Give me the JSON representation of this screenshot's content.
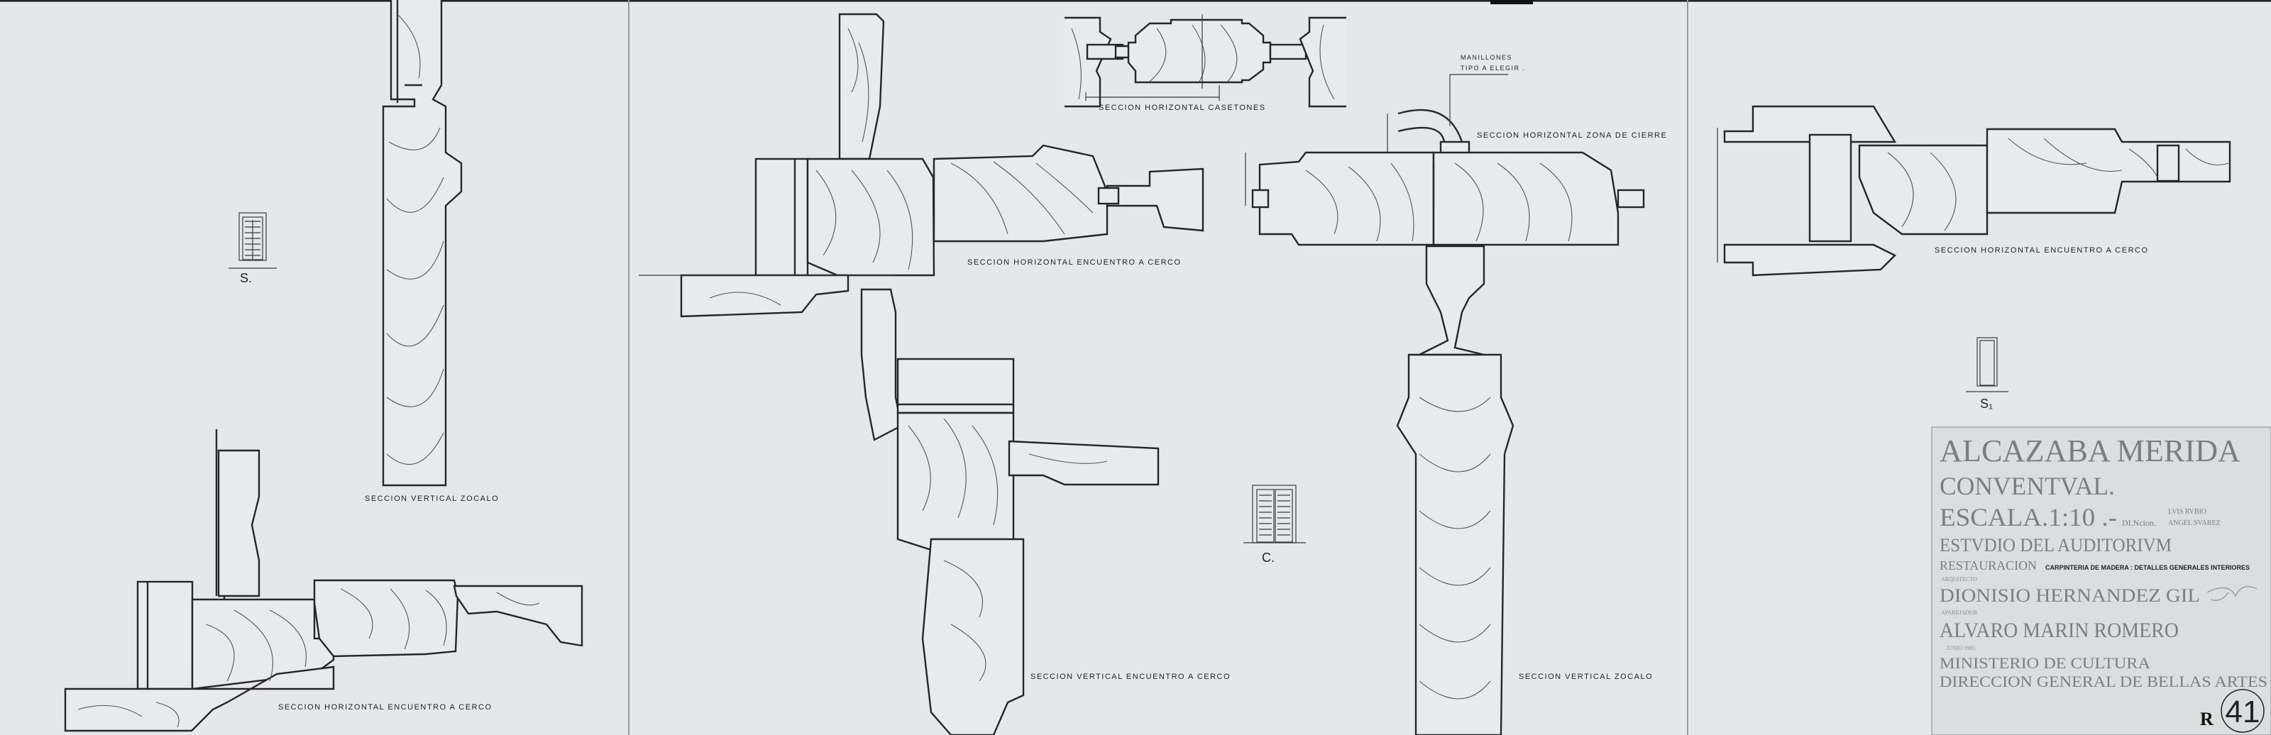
{
  "labels": {
    "vertical_zocalo_left": "SECCION VERTICAL ZOCALO",
    "horizontal_cerco_left": "SECCION HORIZONTAL ENCUENTRO A CERCO",
    "horizontal_casetones": "SECCION HORIZONTAL CASETONES",
    "horizontal_cerco_mid": "SECCION HORIZONTAL ENCUENTRO A CERCO",
    "vertical_cerco_mid": "SECCION VERTICAL ENCUENTRO A CERCO",
    "manillones_1": "MANILLONES",
    "manillones_2": "TIPO A ELEGIR .",
    "zona_cierre": "SECCION HORIZONTAL ZONA DE CIERRE",
    "vertical_zocalo_right": "SECCION VERTICAL ZOCALO",
    "horizontal_cerco_right": "SECCION HORIZONTAL ENCUENTRO A CERCO"
  },
  "markers": {
    "s_left": "S.",
    "c_mid": "C.",
    "s_right": "S₁"
  },
  "title_block": {
    "line1": "ALCAZABA MERIDA",
    "line2": "CONVENTVAL.",
    "scale": "ESCALA.1:10 .-",
    "direction_prefix": "DI.Ncion.",
    "director_1": "LVIS RVBIO",
    "director_2": "ANGEL SVAREZ",
    "study": "ESTVDIO DEL AUDITORIVM",
    "restoration": "RESTAURACION",
    "subject": "CARPINTERIA DE MADERA : DETALLES GENERALES INTERIORES",
    "architect_role": "ARQUITECTO",
    "architect": "DIONISIO HERNANDEZ GIL",
    "surveyor_role": "APAREJADOR",
    "surveyor": "ALVARO MARIN ROMERO",
    "date": "JUNIO 1985",
    "ministry": "MINISTERIO DE CULTURA",
    "directorate": "DIRECCION GENERAL DE BELLAS ARTES",
    "revision_letter": "R",
    "sheet_number": "41"
  }
}
